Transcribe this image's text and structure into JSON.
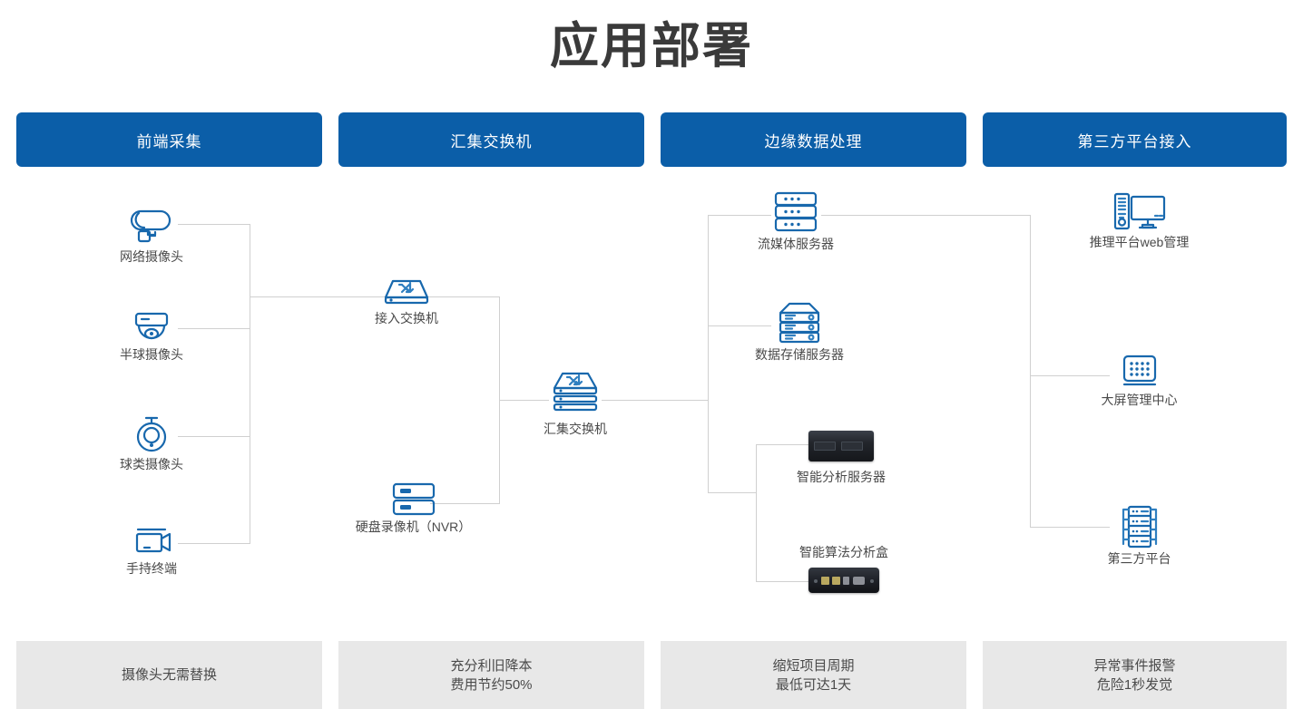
{
  "page": {
    "title": "应用部署"
  },
  "columns": [
    {
      "id": "front-end-collection",
      "header": "前端采集",
      "footer_lines": [
        "摄像头无需替换"
      ]
    },
    {
      "id": "aggregation-switch",
      "header": "汇集交换机",
      "footer_lines": [
        "充分利旧降本",
        "费用节约50%"
      ]
    },
    {
      "id": "edge-data-processing",
      "header": "边缘数据处理",
      "footer_lines": [
        "缩短项目周期",
        "最低可达1天"
      ]
    },
    {
      "id": "third-party-platform",
      "header": "第三方平台接入",
      "footer_lines": [
        "异常事件报警",
        "危险1秒发觉"
      ]
    }
  ],
  "nodes": {
    "network_camera": "网络摄像头",
    "dome_camera": "半球摄像头",
    "ptz_camera": "球类摄像头",
    "handheld_terminal": "手持终端",
    "access_switch": "接入交换机",
    "nvr": "硬盘录像机（NVR）",
    "aggregation_switch": "汇集交换机",
    "streaming_server": "流媒体服务器",
    "storage_server": "数据存储服务器",
    "analysis_server": "智能分析服务器",
    "algorithm_box": "智能算法分析盒",
    "inference_web": "推理平台web管理",
    "video_wall_center": "大屏管理中心",
    "third_party_platform": "第三方平台"
  },
  "colors": {
    "header_blue": "#0b5ea8",
    "icon_blue": "#1868ad",
    "line_gray": "#d0d0d0",
    "footer_gray": "#e8e8e8",
    "text_gray": "#4a4a4a",
    "title_gray": "#3a3a3a"
  }
}
